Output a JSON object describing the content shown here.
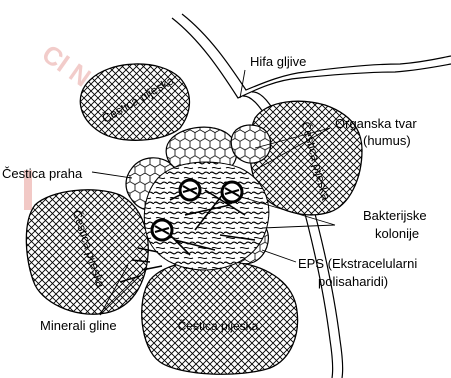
{
  "watermark": {
    "top": "CI N",
    "bottom": "M"
  },
  "particles": {
    "top_left": "Čestica pijeska",
    "top_right": "Čestica pijeska",
    "left": "Čestica pijeska",
    "bottom": "Čestica pijeska"
  },
  "labels": {
    "hifa": "Hifa gljive",
    "organska": "Organska tvar",
    "humus": "(humus)",
    "praha": "Čestica praha",
    "bakterijske": "Bakterijske",
    "kolonije": "kolonije",
    "eps": "EPS (Ekstracelularni",
    "polisaharidi": "polisaharidi)",
    "minerali": "Minerali gline"
  },
  "colors": {
    "ink": "#000000",
    "watermark": "#e8a4a0",
    "accent_bar": "#f2c9c6"
  }
}
